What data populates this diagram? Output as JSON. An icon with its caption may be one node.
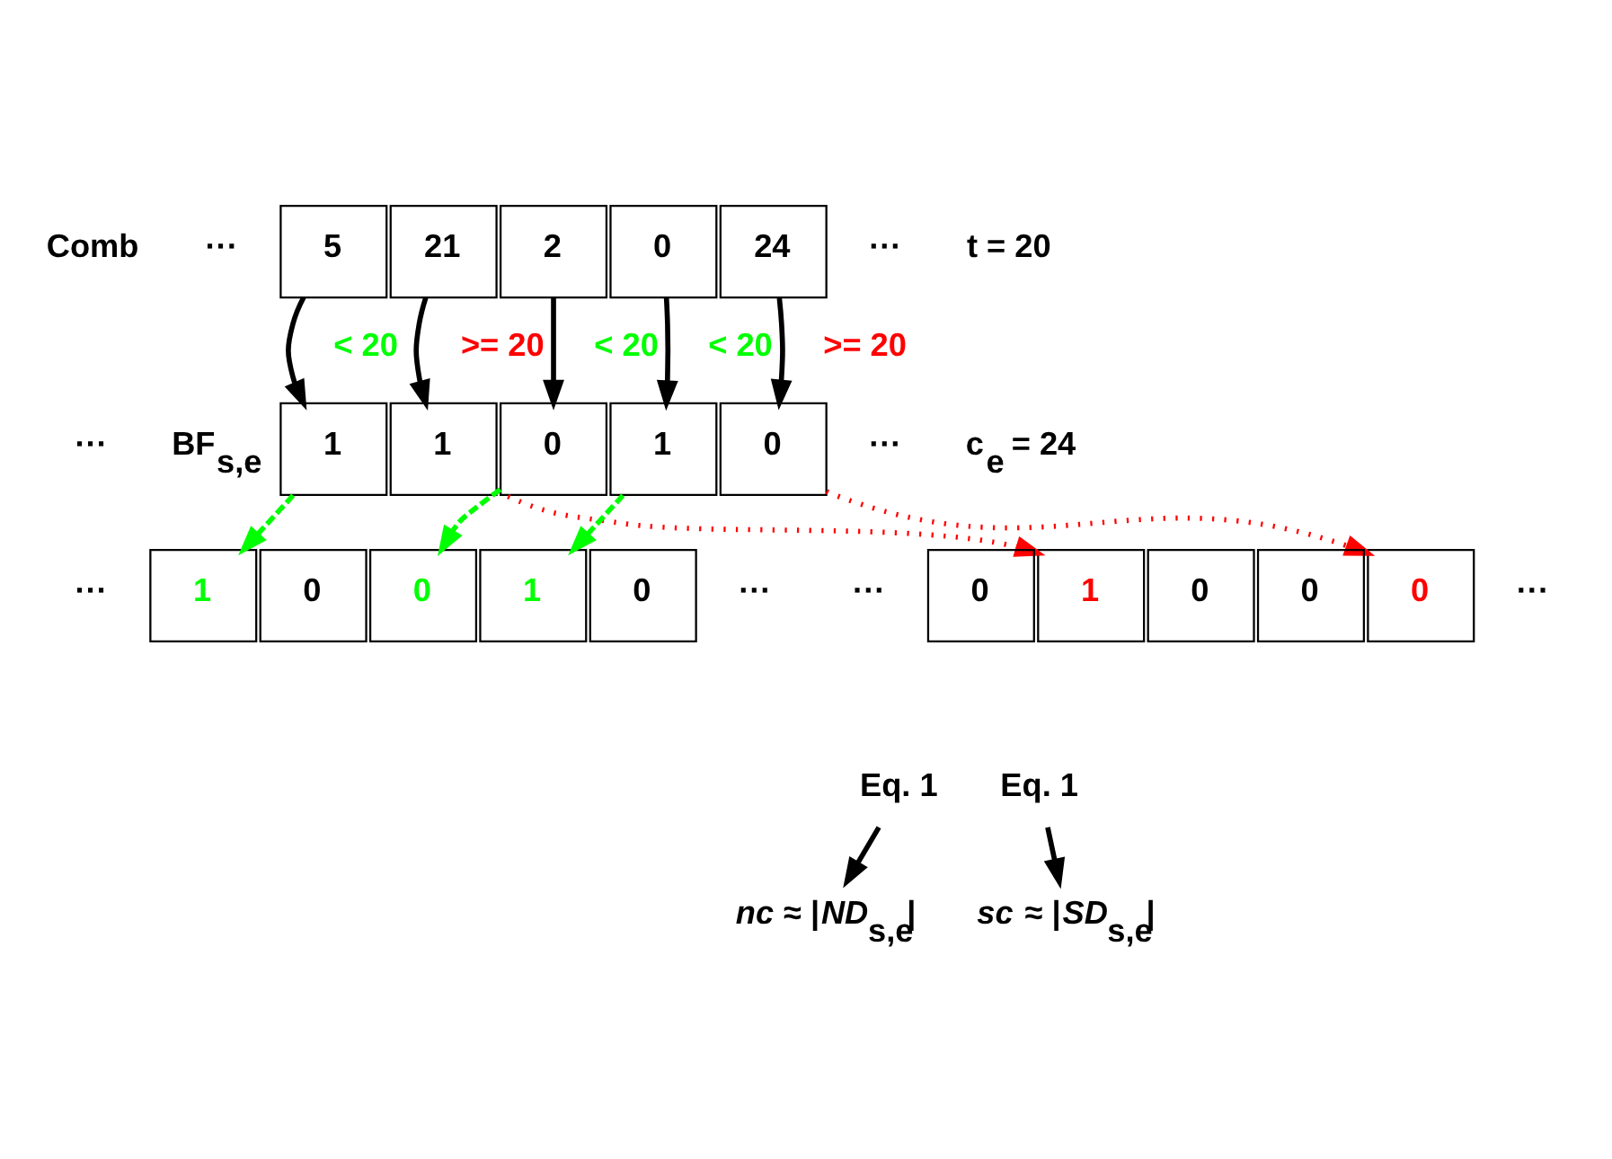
{
  "diagram": {
    "nodes": [
      {
        "text": [
          "5"
        ]
      },
      {
        "text": [
          "21"
        ]
      },
      {
        "text": [
          "2"
        ]
      },
      {
        "text": [
          "0"
        ]
      },
      {
        "text": [
          "24"
        ]
      },
      {
        "text": [
          "1"
        ]
      },
      {
        "text": [
          "1"
        ]
      },
      {
        "text": [
          "0"
        ]
      },
      {
        "text": [
          "1"
        ]
      },
      {
        "text": [
          "0"
        ]
      },
      {
        "text": [
          "1"
        ]
      },
      {
        "text": [
          "0"
        ]
      },
      {
        "text": [
          "0"
        ]
      },
      {
        "text": [
          "1"
        ]
      },
      {
        "text": [
          "0"
        ]
      },
      {
        "text": [
          "0"
        ]
      },
      {
        "text": [
          "1"
        ]
      },
      {
        "text": [
          "0"
        ]
      },
      {
        "text": [
          "0"
        ]
      },
      {
        "text": [
          "0"
        ]
      },
      {
        "text": [
          "Eq. 1"
        ]
      },
      {
        "text": [
          "*nc* ≈ |*ND*$_{s,e}$|"
        ]
      },
      {
        "text": [
          "Eq. 1"
        ]
      },
      {
        "text": [
          "*sc* ≈ |*SD*$_{s,e}$|"
        ]
      }
    ],
    "edges": [
      {
        "from": 0,
        "to": 5,
        "arrow": "to",
        "label": "< 20"
      },
      {
        "from": 1,
        "to": 6,
        "arrow": "to",
        "label": ">= 20"
      },
      {
        "from": 2,
        "to": 7,
        "arrow": "to",
        "label": "< 20"
      },
      {
        "from": 3,
        "to": 8,
        "arrow": "to",
        "label": "< 20"
      },
      {
        "from": 4,
        "to": 9,
        "arrow": "to",
        "label": ">= 20"
      },
      {
        "from": 5,
        "to": 10,
        "arrow": "to",
        "style": "dashed",
        "color": "#00ff00"
      },
      {
        "from": 6,
        "to": 16,
        "arrow": "to",
        "style": "dashed",
        "color": "#ff0000"
      },
      {
        "from": 7,
        "to": 12,
        "arrow": "to",
        "style": "dashed",
        "color": "#00ff00"
      },
      {
        "from": 8,
        "to": 13,
        "arrow": "to",
        "style": "dashed",
        "color": "#00ff00"
      },
      {
        "from": 9,
        "to": 19,
        "arrow": "to",
        "style": "dashed",
        "color": "#ff0000"
      },
      {
        "from": 20,
        "to": 21,
        "arrow": "to"
      },
      {
        "from": 22,
        "to": 23,
        "arrow": "to"
      }
    ],
    "labels": [
      "t = 20",
      "Comb",
      "···",
      "···",
      "c$_{e}$ = 24",
      "BF$_{s,e}$",
      "···",
      "···",
      "···",
      "···",
      "···",
      "···"
    ]
  }
}
